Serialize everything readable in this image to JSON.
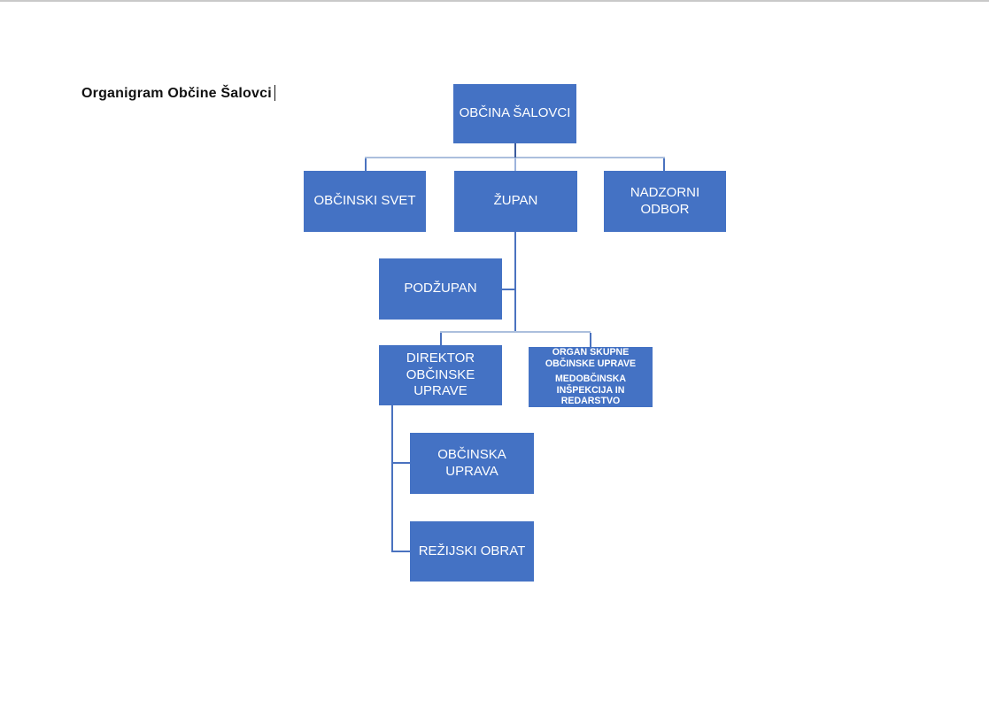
{
  "title": {
    "text": "Organigram Občine Šalovci"
  },
  "colors": {
    "page_bg": "#ffffff",
    "edge_color": "#c9c9c9",
    "box_fill": "#4472c4",
    "box_text": "#ffffff",
    "conn_light": "#abbfdd",
    "conn_medium": "#4a72bf",
    "conn_dark": "#3b5b9d",
    "conn_faded": "#9db3dc"
  },
  "org_chart": {
    "nodes": [
      {
        "id": "obcina-salovci",
        "label": "OBČINA ŠALOVCI"
      },
      {
        "id": "obcinski-svet",
        "label": "OBČINSKI SVET"
      },
      {
        "id": "zupan",
        "label": "ŽUPAN"
      },
      {
        "id": "nadzorni-odbor",
        "label": "NADZORNI ODBOR"
      },
      {
        "id": "podzupan",
        "label": "PODŽUPAN"
      },
      {
        "id": "direktor-obcinske-uprave",
        "label": "DIREKTOR OBČINSKE UPRAVE"
      },
      {
        "id": "organ-skupne-obcinske-uprave",
        "label_line1": "ORGAN SKUPNE OBČINSKE UPRAVE",
        "label_line2": "MEDOBČINSKA INŠPEKCIJA IN REDARSTVO"
      },
      {
        "id": "obcinska-uprava",
        "label": "OBČINSKA UPRAVA"
      },
      {
        "id": "rezijski-obrat",
        "label": "REŽIJSKI OBRAT"
      }
    ],
    "edges": [
      {
        "from": "obcina-salovci",
        "to": "obcinski-svet"
      },
      {
        "from": "obcina-salovci",
        "to": "zupan"
      },
      {
        "from": "obcina-salovci",
        "to": "nadzorni-odbor"
      },
      {
        "from": "zupan",
        "to": "podzupan"
      },
      {
        "from": "zupan",
        "to": "direktor-obcinske-uprave"
      },
      {
        "from": "zupan",
        "to": "organ-skupne-obcinske-uprave"
      },
      {
        "from": "direktor-obcinske-uprave",
        "to": "obcinska-uprava"
      },
      {
        "from": "direktor-obcinske-uprave",
        "to": "rezijski-obrat"
      }
    ]
  }
}
